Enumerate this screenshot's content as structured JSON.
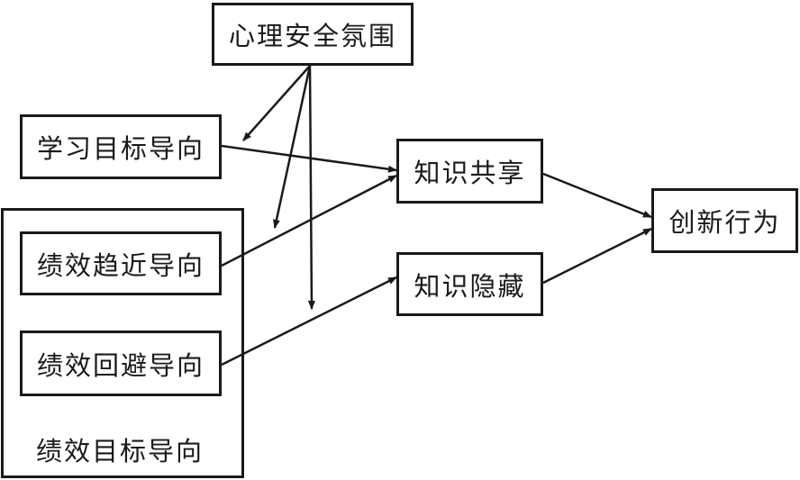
{
  "nodes": {
    "psychological_safety": "心理安全氛围",
    "learning_goal": "学习目标导向",
    "performance_goal_group": "绩效目标导向",
    "performance_approach": "绩效趋近导向",
    "performance_avoidance": "绩效回避导向",
    "knowledge_sharing": "知识共享",
    "knowledge_hiding": "知识隐藏",
    "innovative_behavior": "创新行为"
  },
  "colors": {
    "stroke": "#1a1a1a",
    "background": "#ffffff"
  }
}
